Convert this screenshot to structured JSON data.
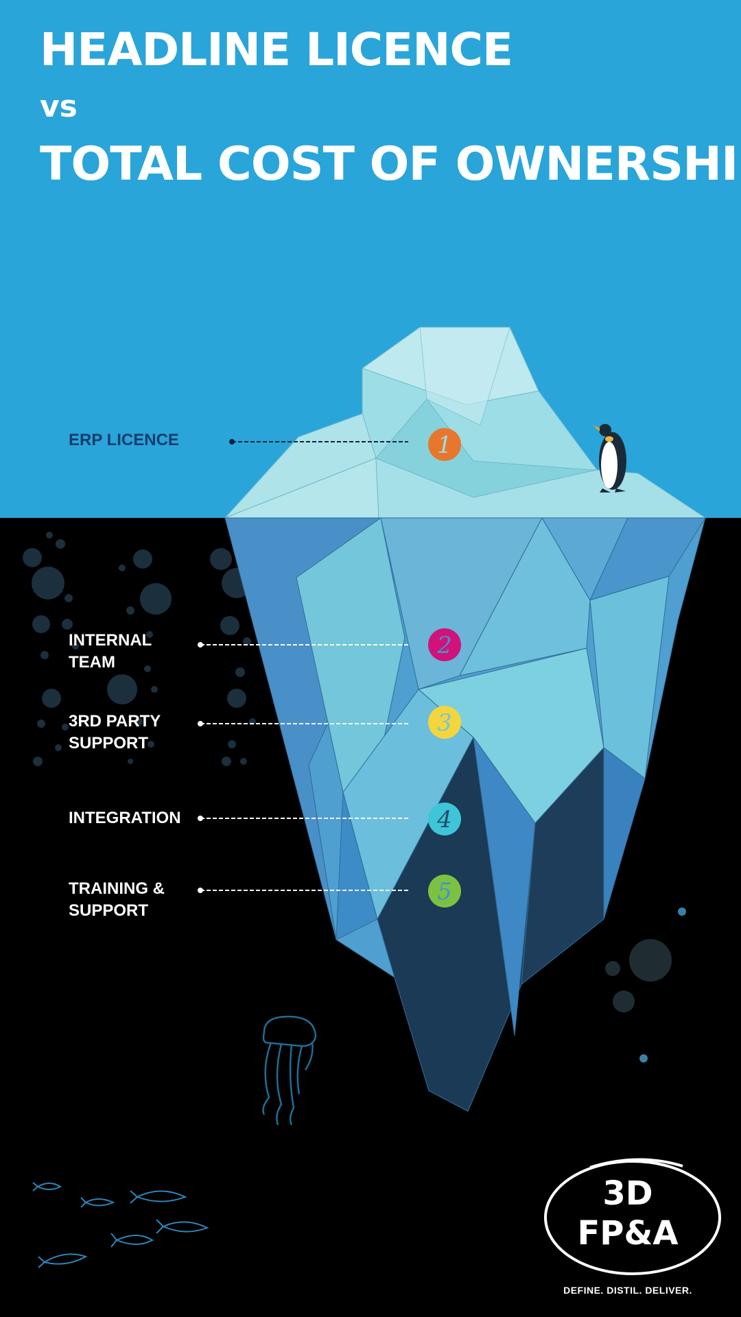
{
  "title": {
    "line1": "HEADLINE LICENCE",
    "line2": "vs",
    "line3": "TOTAL COST OF OWNERSHIP"
  },
  "items": [
    {
      "number": "1",
      "label": "ERP LICENCE",
      "color": "#e8762d"
    },
    {
      "number": "2",
      "label": "INTERNAL\nTEAM",
      "color": "#d0127a"
    },
    {
      "number": "3",
      "label": "3RD PARTY\nSUPPORT",
      "color": "#f4d63c"
    },
    {
      "number": "4",
      "label": "INTEGRATION",
      "color": "#3ec6d8"
    },
    {
      "number": "5",
      "label": "TRAINING &\nSUPPORT",
      "color": "#7cc242"
    }
  ],
  "logo": {
    "line1": "3D",
    "line2": "FP&A",
    "tagline": "DEFINE.  DISTIL.  DELIVER."
  },
  "colors": {
    "sky": "#29a5da",
    "sea": "#000000",
    "label_dark": "#173d6b"
  }
}
